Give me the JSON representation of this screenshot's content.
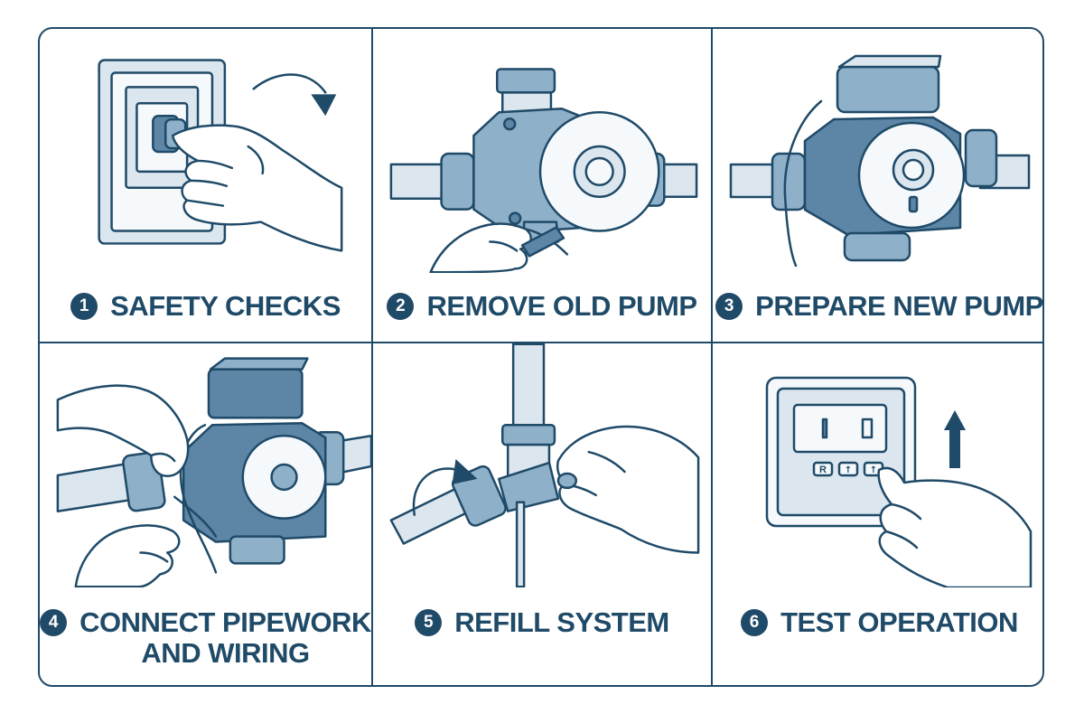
{
  "steps": [
    {
      "number": "1",
      "label": "SAFETY CHECKS"
    },
    {
      "number": "2",
      "label": "REMOVE OLD PUMP"
    },
    {
      "number": "3",
      "label": "PREPARE NEW PUMP"
    },
    {
      "number": "4",
      "label": "CONNECT PIPEWORK\nAND WIRING"
    },
    {
      "number": "5",
      "label": "REFILL SYSTEM"
    },
    {
      "number": "6",
      "label": "TEST OPERATION"
    }
  ],
  "thermostat": {
    "buttons": [
      "R",
      "↑",
      "↑"
    ]
  },
  "colors": {
    "ink": "#1f4a68",
    "light_fill": "#dbe6ef",
    "mid_fill": "#8fb0c9",
    "dark_fill": "#5d86a6"
  },
  "icons": [
    "power-switch-icon",
    "rotate-arrow-icon",
    "pump-icon",
    "up-arrow-icon",
    "hand-icon"
  ]
}
